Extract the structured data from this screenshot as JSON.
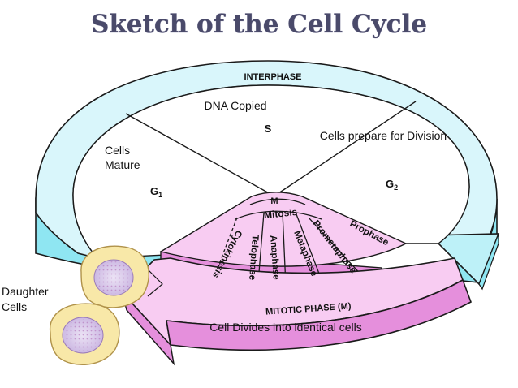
{
  "title": "Sketch of the Cell Cycle",
  "interphase": {
    "label": "INTERPHASE",
    "s": "S",
    "g1": "G",
    "g1_sub": "1",
    "g2": "G",
    "g2_sub": "2",
    "dna_copied": "DNA Copied",
    "cells_prepare": "Cells prepare for Division",
    "cells_mature_line1": "Cells",
    "cells_mature_line2": "Mature"
  },
  "mitotic": {
    "m": "M",
    "mitosis": "Mitosis",
    "label": "MITOTIC PHASE (M)",
    "stages": [
      "Prophase",
      "Prometaphase",
      "Metaphase",
      "Anaphase",
      "Telophase",
      "Cytokinesis"
    ],
    "divides": "Cell Divides into identical cells"
  },
  "daughter": {
    "line1": "Daughter",
    "line2": "Cells"
  },
  "colors": {
    "title": "#4a4a6a",
    "interphase_top": "#d9f6fb",
    "interphase_side": "#8fe6f2",
    "mitotic_top": "#f8ccf2",
    "mitotic_side": "#e58fdc",
    "cell_body": "#f8e8a8",
    "nucleus": "#d9c9ea"
  }
}
